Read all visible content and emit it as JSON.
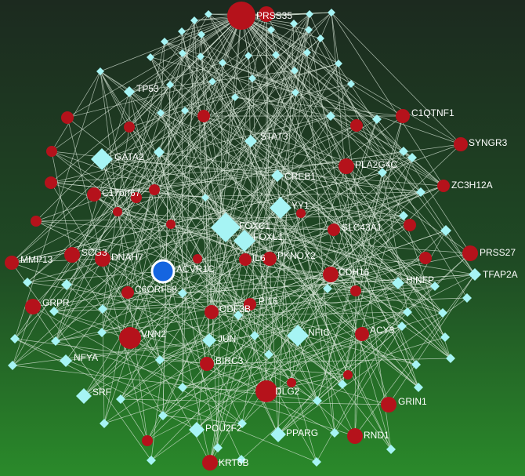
{
  "network": {
    "colors": {
      "gene_node": "#b5121b",
      "tf_node": "#a6f4f4",
      "target_node": "#1565e0",
      "target_border": "#ffffff",
      "edge": "#d8e6d8"
    },
    "labels": {
      "prss35": "PRSS35",
      "tp53": "TP53",
      "c1qtnf1": "C1QTNF1",
      "stat3": "STAT3",
      "syngr3": "SYNGR3",
      "gata2": "GATA2",
      "pla2g4c": "PLA2G4C",
      "creb1": "CREB1",
      "zc3h12a": "ZC3H12A",
      "c17orf67": "C17orf67",
      "yy1": "YY1",
      "foxc1": "FOXC1",
      "foxl1": "FOXL1",
      "slc43a1": "SLC43A1",
      "prss27": "PRSS27",
      "mmp13": "MMP13",
      "scg3": "SCG3",
      "dnah7": "DNAH7",
      "acvr1c": "ACVR1C",
      "il6": "IL6",
      "pknox2": "PKNOX2",
      "cdh16": "CDH16",
      "tfap2a": "TFAP2A",
      "hinfp": "HINFP",
      "c6orf58": "C6ORF58",
      "grpr": "GRPR",
      "odf3b": "ODF3B",
      "pi16": "PI16",
      "vnn2": "VNN2",
      "jun": "JUN",
      "nfic": "NFIC",
      "acy3": "ACY3",
      "nfya": "NFYA",
      "birc3": "BIRC3",
      "srf": "SRF",
      "dlg2": "DLG2",
      "grin1": "GRIN1",
      "pou2f2": "POU2F2",
      "pparg": "PPARG",
      "rnd1": "RND1",
      "krt6b": "KRT6B"
    }
  }
}
